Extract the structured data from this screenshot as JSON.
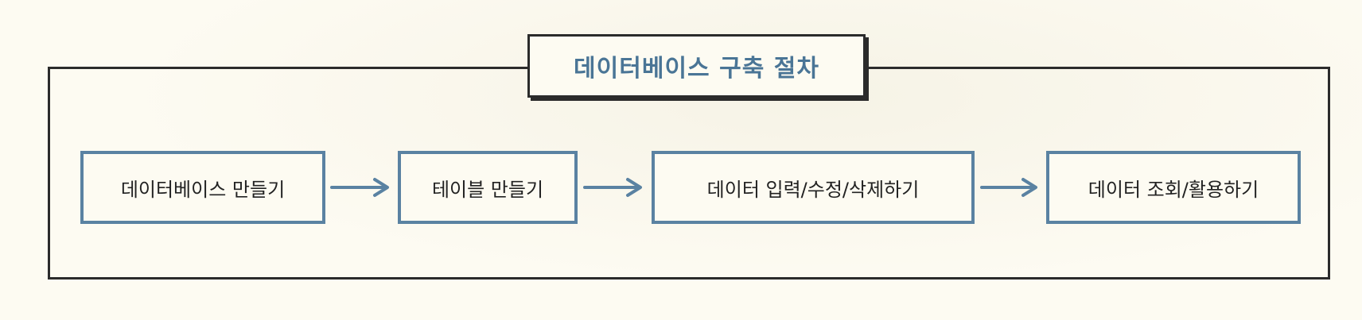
{
  "diagram": {
    "title": "데이터베이스 구축 절차",
    "steps": [
      {
        "label": "데이터베이스 만들기"
      },
      {
        "label": "테이블 만들기"
      },
      {
        "label": "데이터 입력/수정/삭제하기"
      },
      {
        "label": "데이터 조회/활용하기"
      }
    ],
    "colors": {
      "title_text": "#4a7596",
      "step_border": "#5a82a2",
      "arrow": "#5a82a2",
      "frame": "#2b2b2b",
      "background": "#fdfbf2"
    }
  }
}
